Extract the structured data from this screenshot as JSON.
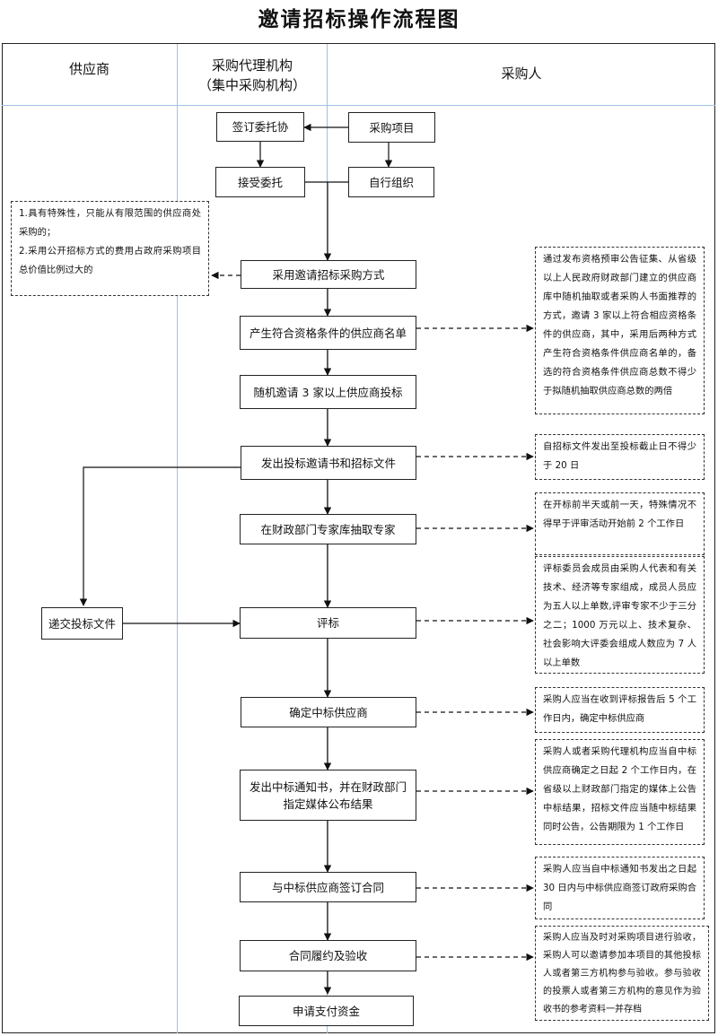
{
  "title": "邀请招标操作流程图",
  "lanes": {
    "supplier": "供应商",
    "agency_line1": "采购代理机构",
    "agency_line2": "（集中采购机构）",
    "purchaser": "采购人"
  },
  "boxes": {
    "sign_commission": "签订委托协",
    "procurement_project": "采购项目",
    "accept_commission": "接受委托",
    "self_organize": "自行组织",
    "invite_method": "采用邀请招标采购方式",
    "qualified_list": "产生符合资格条件的供应商名单",
    "random_invite": "随机邀请 3 家以上供应商投标",
    "issue_invitation": "发出投标邀请书和招标文件",
    "extract_experts": "在财政部门专家库抽取专家",
    "submit_bid": "递交投标文件",
    "evaluate": "评标",
    "determine_winner": "确定中标供应商",
    "notice_line1": "发出中标通知书，并在财政部门",
    "notice_line2": "指定媒体公布结果",
    "sign_contract": "与中标供应商签订合同",
    "perform_accept": "合同履约及验收",
    "apply_payment": "申请支付资金"
  },
  "notes": {
    "left_conditions": "1.具有特殊性，只能从有限范围的供应商处采购的；\n2.采用公开招标方式的费用占政府采购项目总价值比例过大的",
    "qualified_methods": "通过发布资格预审公告征集、从省级以上人民政府财政部门建立的供应商库中随机抽取或者采购人书面推荐的方式，邀请 3 家以上符合相应资格条件的供应商，其中，采用后两种方式产生符合资格条件供应商名单的，备选的符合资格条件供应商总数不得少于拟随机抽取供应商总数的两倍",
    "bid_period": "自招标文件发出至投标截止日不得少于 20 日",
    "expert_timing": "在开标前半天或前一天，特殊情况不得早于评审活动开始前 2 个工作日",
    "committee": "评标委员会成员由采购人代表和有关技术、经济等专家组成，成员人员应为五人以上单数,评审专家不少于三分之二；1000 万元以上、技术复杂、社会影响大评委会组成人数应为 7 人以上单数",
    "winner_timing": "采购人应当在收到评标报告后 5 个工作日内，确定中标供应商",
    "announce": "采购人或者采购代理机构应当自中标供应商确定之日起 2 个工作日内，在省级以上财政部门指定的媒体上公告中标结果，招标文件应当随中标结果同时公告，公告期限为 1 个工作日",
    "contract_timing": "采购人应当自中标通知书发出之日起 30 日内与中标供应商签订政府采购合同",
    "acceptance": "采购人应当及时对采购项目进行验收，采购人可以邀请参加本项目的其他投标人或者第三方机构参与验收。参与验收的投票人或者第三方机构的意见作为验收书的参考资料一并存档"
  }
}
